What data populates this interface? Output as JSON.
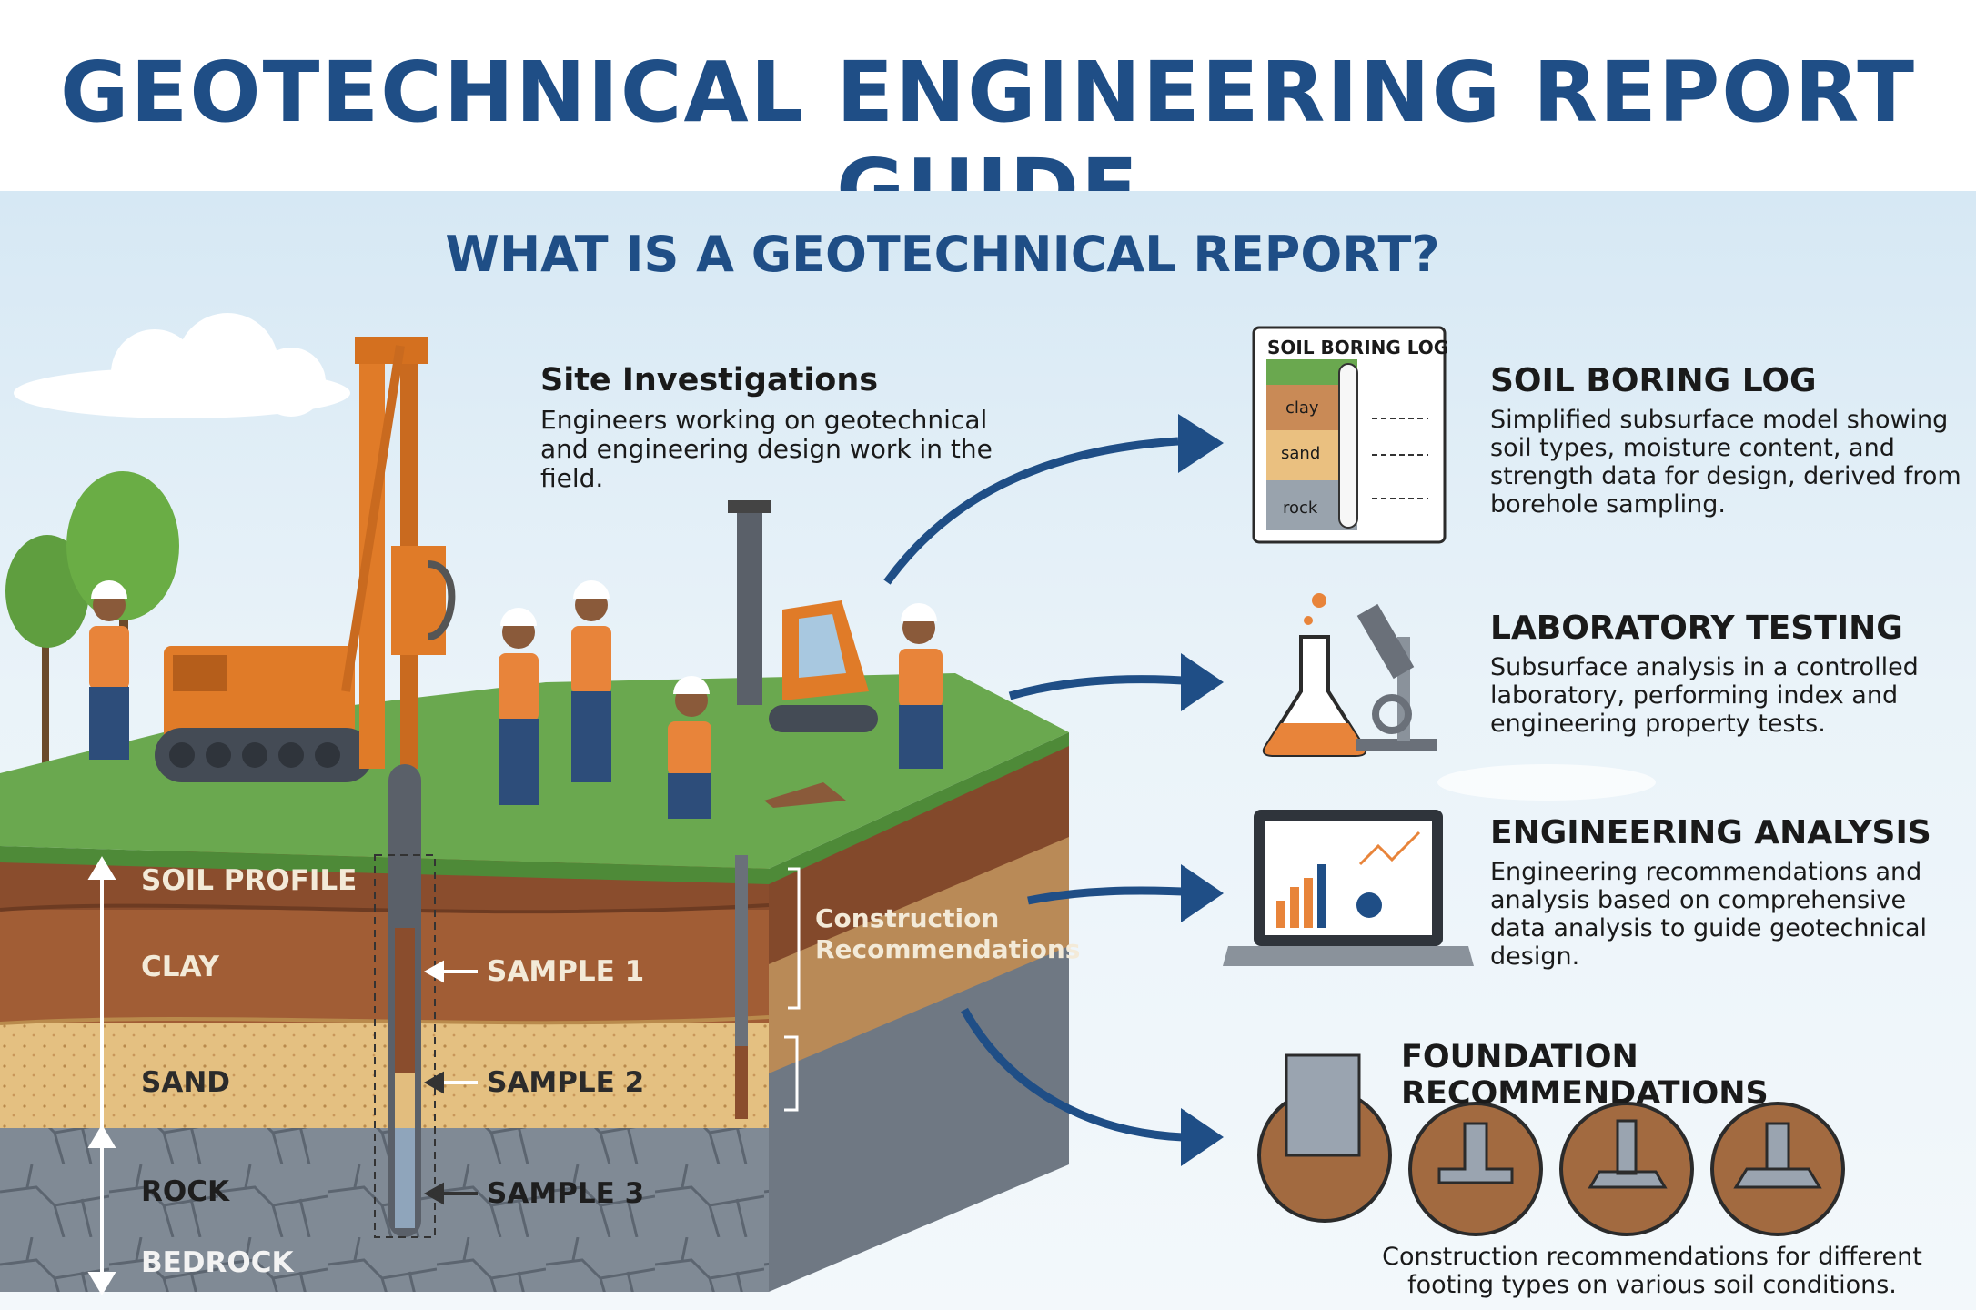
{
  "title": "GEOTECHNICAL ENGINEERING REPORT GUIDE",
  "subtitle": "WHAT IS A GEOTECHNICAL REPORT?",
  "site": {
    "heading": "Site Investigations",
    "desc": "Engineers working on geotechnical and engineering design work in the field."
  },
  "layers": {
    "soil_profile": "SOIL PROFILE",
    "clay": "CLAY",
    "sand": "SAND",
    "rock": "ROCK",
    "bedrock": "BEDROCK"
  },
  "samples": [
    "SAMPLE 1",
    "SAMPLE 2",
    "SAMPLE 3"
  ],
  "construction": [
    "Construction",
    "Recommendations"
  ],
  "boring_log": {
    "card_title": "SOIL BORING LOG",
    "layers": [
      "clay",
      "sand",
      "rock"
    ],
    "heading": "SOIL BORING LOG",
    "desc": "Simplified subsurface model showing soil types, moisture content, and strength data for design, derived from borehole sampling."
  },
  "lab": {
    "heading": "LABORATORY TESTING",
    "desc": "Subsurface analysis in a controlled laboratory, performing index and engineering property tests."
  },
  "analysis": {
    "heading": "ENGINEERING ANALYSIS",
    "desc": "Engineering recommendations and analysis based on comprehensive data analysis to guide geotechnical design."
  },
  "foundation": {
    "heading": "FOUNDATION RECOMMENDATIONS",
    "desc": "Construction recommendations for different footing types on various soil conditions."
  },
  "colors": {
    "title_blue": "#1f4e86",
    "arrow_blue": "#1f4e86",
    "clay": "#9c5a35",
    "sand": "#e2bd7e",
    "rock": "#7d8793",
    "grass": "#6aa84f",
    "machine_orange": "#e07b28"
  }
}
